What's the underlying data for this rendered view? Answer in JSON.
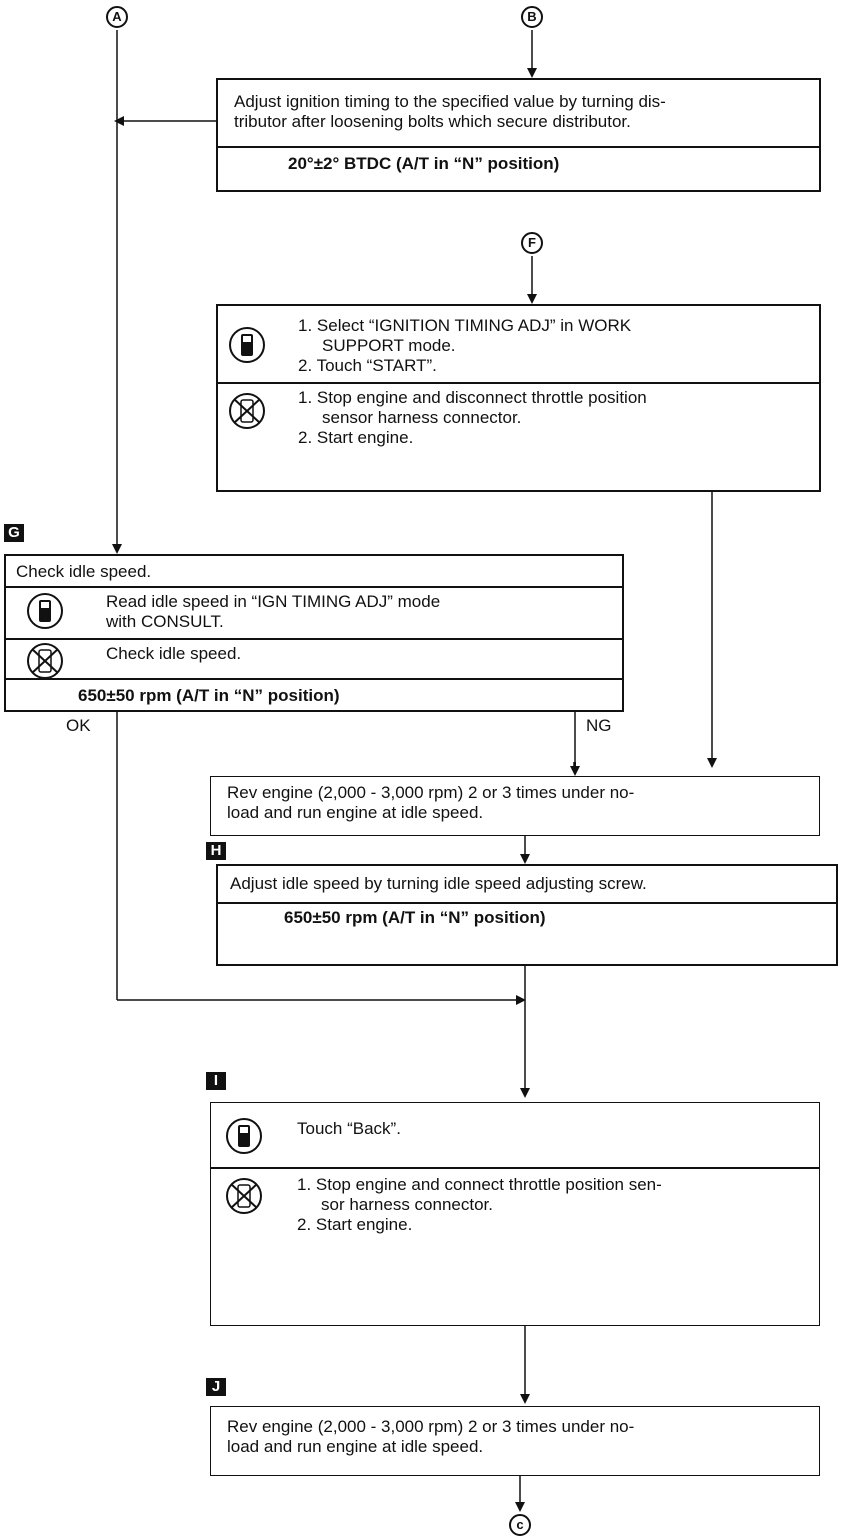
{
  "connectors": {
    "a": "A",
    "b": "B",
    "f": "F",
    "c": "c"
  },
  "steps": {
    "g": "G",
    "h": "H",
    "i": "I",
    "j": "J"
  },
  "box_b": {
    "line1": "Adjust ignition timing to the specified value by turning dis-",
    "line2": "tributor after loosening bolts which secure distributor.",
    "spec": "20°±2° BTDC (A/T in “N” position)"
  },
  "box_f": {
    "with_consult": {
      "l1": "1.  Select “IGNITION TIMING ADJ” in WORK",
      "l2": "SUPPORT mode.",
      "l3": "2.  Touch “START”."
    },
    "without_consult": {
      "l1": "1.  Stop engine and disconnect throttle position",
      "l2": "sensor harness connector.",
      "l3": "2.  Start engine."
    }
  },
  "box_g": {
    "title": "Check idle speed.",
    "with_consult_l1": "Read idle speed in “IGN TIMING ADJ” mode",
    "with_consult_l2": "with CONSULT.",
    "without_consult": "Check idle speed.",
    "spec": "650±50 rpm (A/T in “N” position)"
  },
  "branch_labels": {
    "ok": "OK",
    "ng": "NG"
  },
  "box_rev1": {
    "l1": "Rev engine (2,000 - 3,000 rpm) 2 or 3 times under no-",
    "l2": "load and run engine at idle speed."
  },
  "box_h": {
    "line": "Adjust idle speed by turning idle speed adjusting screw.",
    "spec": "650±50 rpm (A/T in “N” position)"
  },
  "box_i": {
    "with_consult": "Touch “Back”.",
    "without_consult": {
      "l1": "1.  Stop engine and connect throttle position sen-",
      "l2": "sor harness connector.",
      "l3": "2.  Start engine."
    }
  },
  "box_rev2": {
    "l1": "Rev engine (2,000 - 3,000 rpm) 2 or 3 times under no-",
    "l2": "load and run engine at idle speed."
  },
  "icons": {
    "with_consult": "consult-tester-icon",
    "without_consult": "no-consult-tester-icon"
  }
}
